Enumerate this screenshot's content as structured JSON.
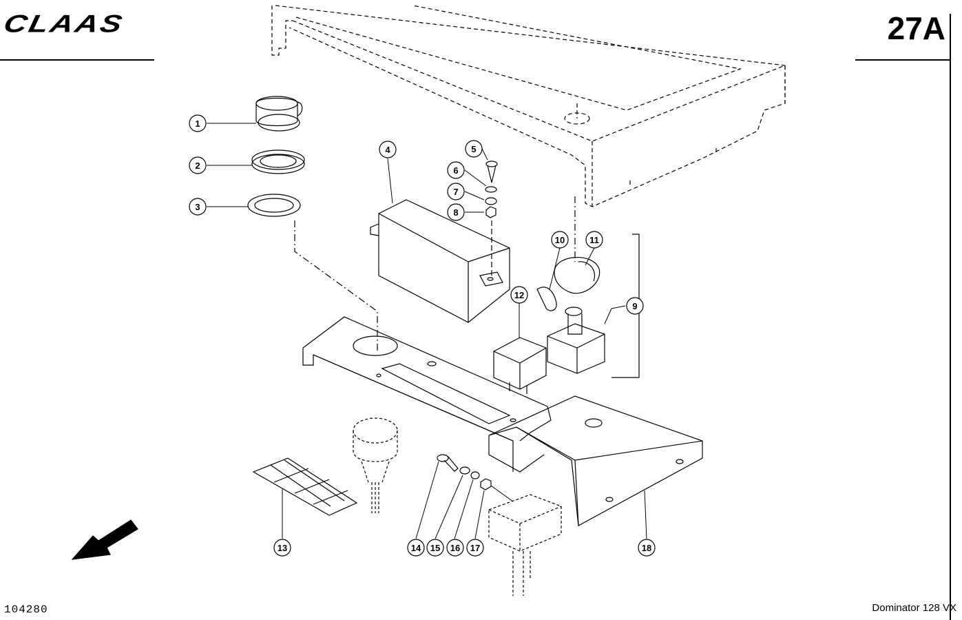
{
  "header": {
    "brand": "CLAAS",
    "page_number": "27A"
  },
  "footer": {
    "drawing_number": "104280",
    "model": "Dominator 128 VX"
  },
  "callouts": [
    {
      "label": "1"
    },
    {
      "label": "2"
    },
    {
      "label": "3"
    },
    {
      "label": "4"
    },
    {
      "label": "5"
    },
    {
      "label": "6"
    },
    {
      "label": "7"
    },
    {
      "label": "8"
    },
    {
      "label": "9"
    },
    {
      "label": "10"
    },
    {
      "label": "11"
    },
    {
      "label": "12"
    },
    {
      "label": "13"
    },
    {
      "label": "14"
    },
    {
      "label": "15"
    },
    {
      "label": "16"
    },
    {
      "label": "17"
    },
    {
      "label": "18"
    }
  ]
}
